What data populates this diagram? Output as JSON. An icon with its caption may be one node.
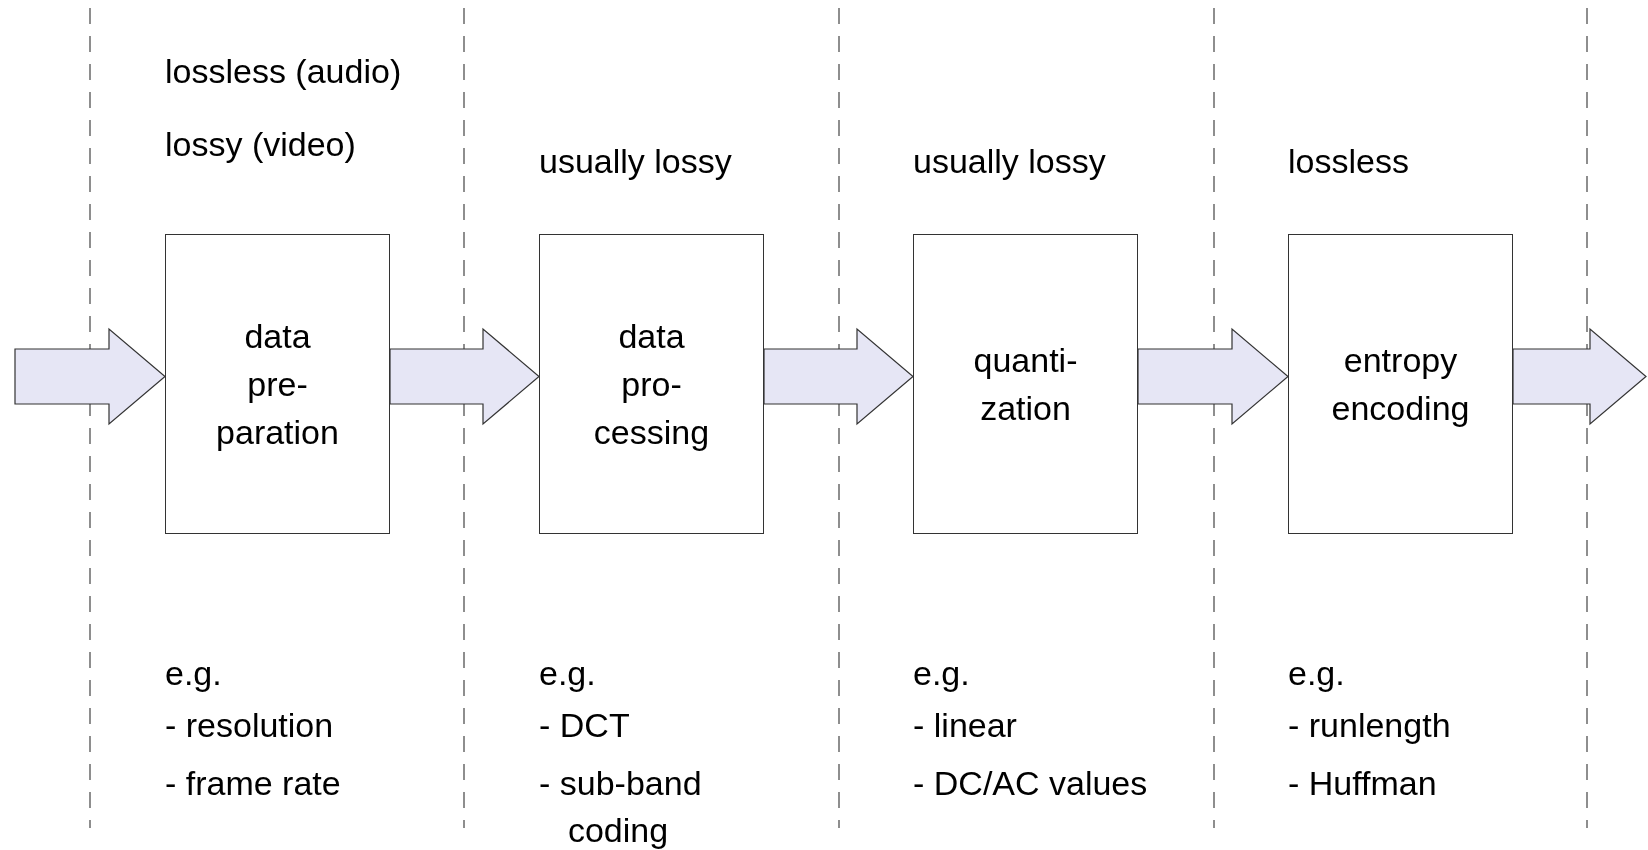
{
  "diagram": {
    "nodes": [
      {
        "text": [
          "data pre- paration"
        ],
        "beside": [
          "lossless (audio)",
          "lossy (video)",
          "e.g.",
          "- resolution",
          "- frame rate"
        ]
      },
      {
        "text": [
          "data pro- cessing"
        ],
        "beside": [
          "usually lossy",
          "e.g.",
          "- DCT",
          "- sub-band coding"
        ]
      },
      {
        "text": [
          "quanti- zation"
        ],
        "beside": [
          "usually lossy",
          "e.g.",
          "- linear",
          "- DC/AC values"
        ]
      },
      {
        "text": [
          "entropy encoding"
        ],
        "beside": [
          "lossless",
          "e.g.",
          "- runlength",
          "- Huffman"
        ]
      }
    ],
    "edges": [
      {
        "from": null,
        "to": 0,
        "arrow": "to"
      },
      {
        "from": 0,
        "to": 1,
        "arrow": "to"
      },
      {
        "from": 1,
        "to": 2,
        "arrow": "to"
      },
      {
        "from": 2,
        "to": 3,
        "arrow": "to"
      },
      {
        "from": 3,
        "to": null,
        "arrow": "to"
      }
    ]
  }
}
